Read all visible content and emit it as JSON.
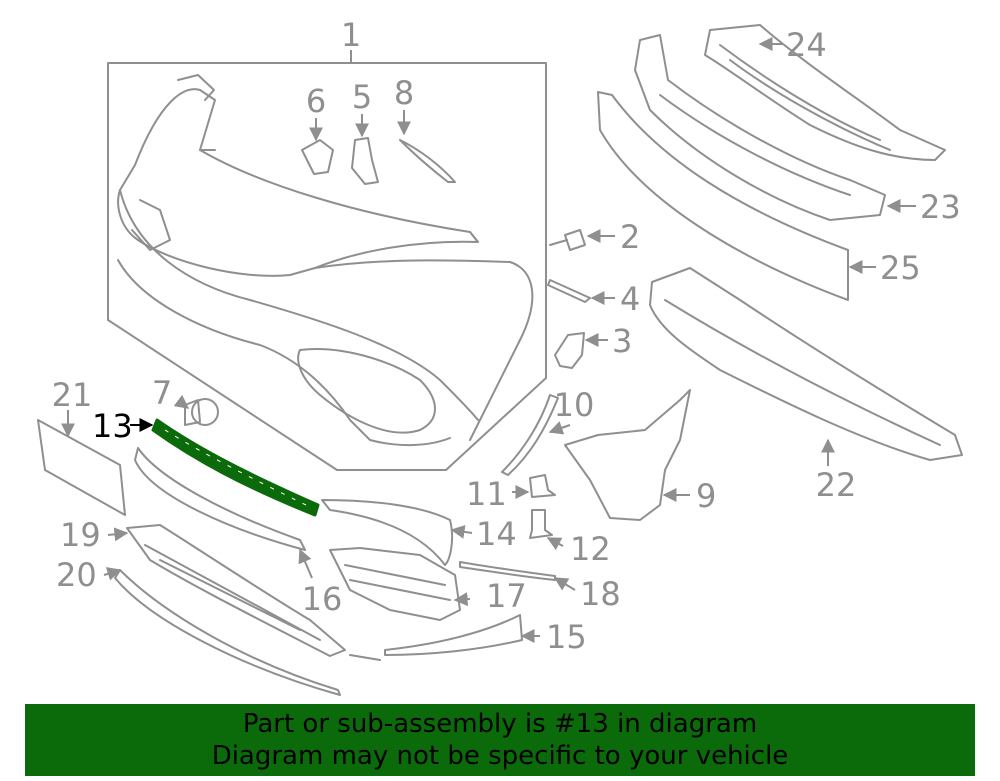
{
  "callouts": {
    "c1": "1",
    "c2": "2",
    "c3": "3",
    "c4": "4",
    "c5": "5",
    "c6": "6",
    "c7": "7",
    "c8": "8",
    "c9": "9",
    "c10": "10",
    "c11": "11",
    "c12": "12",
    "c13": "13",
    "c14": "14",
    "c15": "15",
    "c16": "16",
    "c17": "17",
    "c18": "18",
    "c19": "19",
    "c20": "20",
    "c21": "21",
    "c22": "22",
    "c23": "23",
    "c24": "24",
    "c25": "25"
  },
  "highlighted_part": "13",
  "colors": {
    "highlight": "#0b6b0b",
    "line": "#8f8f8f",
    "banner": "#0b6b0b"
  },
  "banner": {
    "line1": "Part or sub-assembly is #13 in diagram",
    "line2": "Diagram may not be specific to your vehicle"
  }
}
